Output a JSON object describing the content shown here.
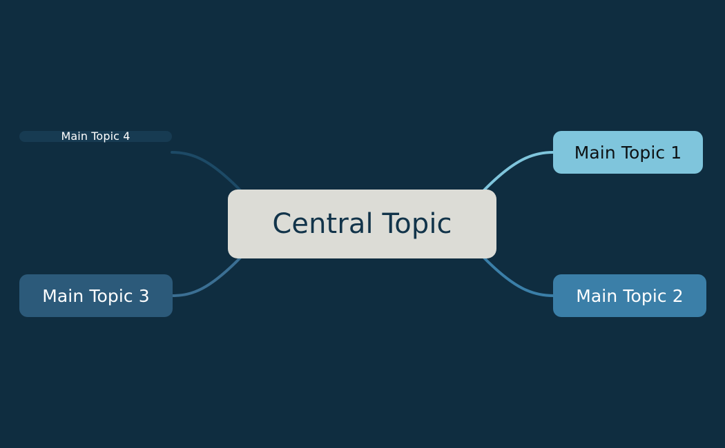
{
  "diagram": {
    "type": "mind-map",
    "background_color": "#0f2d40",
    "central": {
      "label": "Central Topic",
      "fill": "#dcdcd6",
      "text_color": "#12344a"
    },
    "branches": [
      {
        "id": "topic-1",
        "label": "Main Topic 1",
        "fill": "#7fc5dc",
        "text_color": "#0d1113",
        "connector_color": "#7fc5dc",
        "position": "top-right"
      },
      {
        "id": "topic-2",
        "label": "Main Topic 2",
        "fill": "#3b7fa8",
        "text_color": "#ffffff",
        "connector_color": "#3b7fa8",
        "position": "bottom-right"
      },
      {
        "id": "topic-3",
        "label": "Main Topic 3",
        "fill": "#2c5a7a",
        "text_color": "#ffffff",
        "connector_color": "#3b6f93",
        "position": "bottom-left"
      },
      {
        "id": "topic-4",
        "label": "Main Topic 4",
        "fill": "#173b52",
        "text_color": "#ffffff",
        "connector_color": "#1d4a66",
        "position": "top-left"
      }
    ],
    "connector_width": 4
  }
}
